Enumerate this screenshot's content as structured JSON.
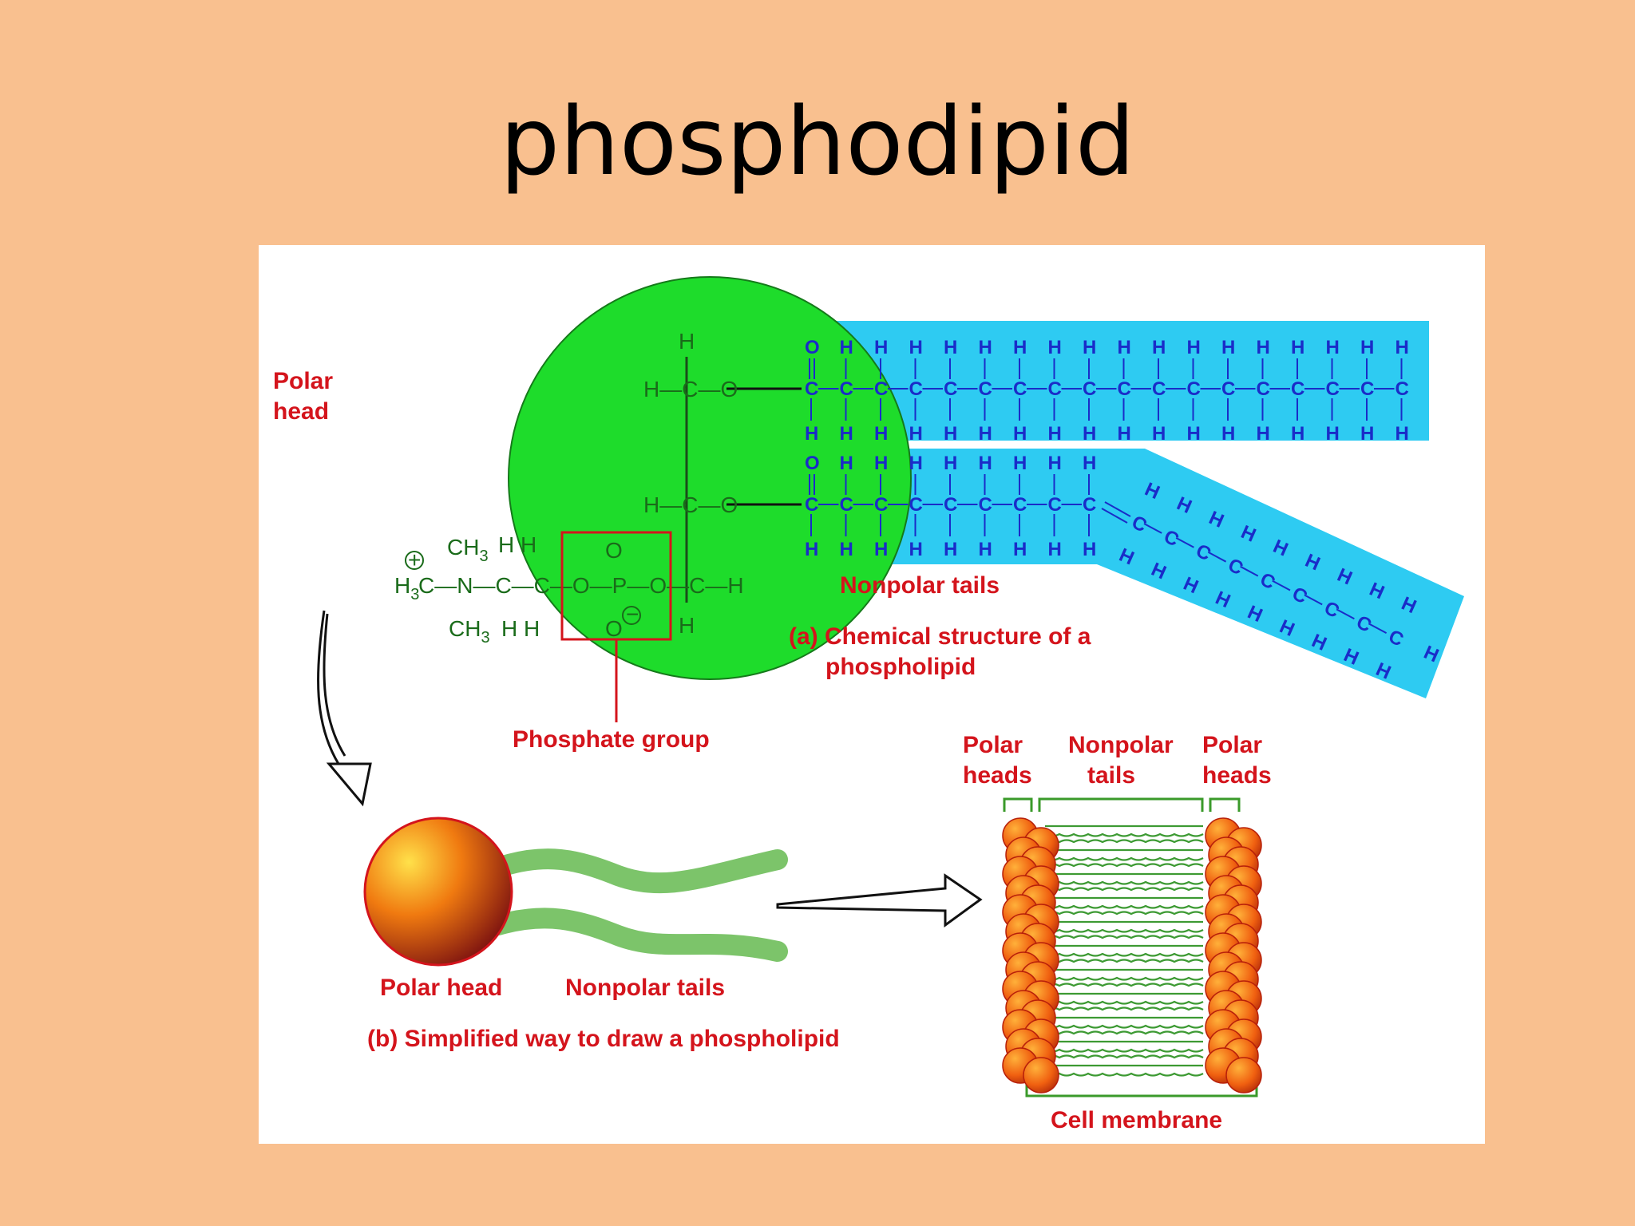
{
  "title": "phosphodipid",
  "labels": {
    "polar_head": [
      "Polar",
      "head"
    ],
    "nonpolar_tails": "Nonpolar tails",
    "caption_a": [
      "(a) Chemical structure of a",
      "phospholipid"
    ],
    "phosphate_group": "Phosphate group",
    "membrane_polar_heads_left": [
      "Polar",
      "heads"
    ],
    "membrane_nonpolar_tails": [
      "Nonpolar",
      "tails"
    ],
    "membrane_polar_heads_right": [
      "Polar",
      "heads"
    ],
    "simple_polar_head": "Polar head",
    "simple_nonpolar_tails": "Nonpolar tails",
    "caption_b": "(b) Simplified way to draw a phospholipid",
    "cell_membrane": "Cell membrane"
  },
  "chemistry": {
    "glycerol_top_h": "H",
    "glycerol_c1": "H—C—O",
    "glycerol_c2": "H—C—O",
    "glycerol_c3_h": "H",
    "choline_ch3_top": "CH",
    "choline_ch3_bottom": "CH",
    "choline_subscript": "3",
    "choline_h3c": "H",
    "choline_n": "C—N—C—C—O—P—O—C—H",
    "choline_h_top": "H   H",
    "choline_h_bottom": "H   H",
    "charge_plus": "+",
    "charge_minus": "−",
    "phosphate_o_top": "O",
    "phosphate_o_bottom": "O",
    "carbonyl_o": "O",
    "atom_h": "H",
    "atom_c": "C"
  },
  "colors": {
    "background": "#f9c08f",
    "head_green": "#1edc2b",
    "tail_blue": "#2ecbf2",
    "label_red": "#d4141c",
    "chem_blue": "#1a2cc8"
  }
}
